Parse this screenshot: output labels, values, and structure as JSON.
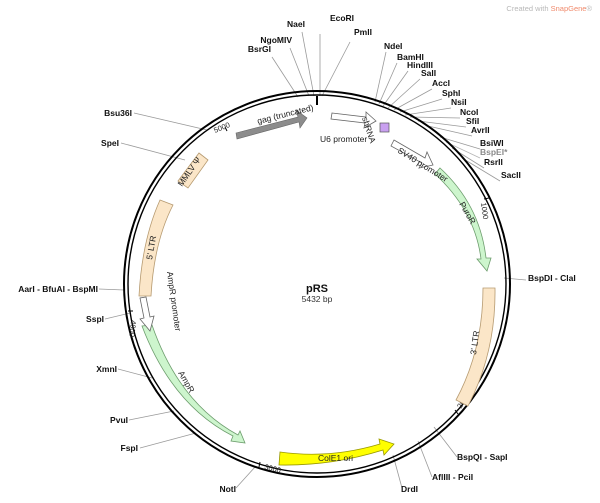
{
  "credit": {
    "prefix": "Created with ",
    "brand": "SnapGene",
    "suffix": "®"
  },
  "plasmid": {
    "name": "pRS",
    "length": "5432 bp"
  },
  "ticks": [
    "1000",
    "2000",
    "3000",
    "4000",
    "5000"
  ],
  "features": [
    {
      "name": "gag (truncated)",
      "fill": "#8c8c8c"
    },
    {
      "name": "shRNA",
      "fill": "#c9a0f0"
    },
    {
      "name": "U6 promoter",
      "fill": "#ffffff"
    },
    {
      "name": "SV40 promoter",
      "fill": "#ffffff"
    },
    {
      "name": "PuroR",
      "fill": "#cdf5cd"
    },
    {
      "name": "3' LTR",
      "fill": "#fbe6c8"
    },
    {
      "name": "ColE1 ori",
      "fill": "#ffff00"
    },
    {
      "name": "AmpR",
      "fill": "#cdf5cd"
    },
    {
      "name": "AmpR promoter",
      "fill": "#ffffff"
    },
    {
      "name": "5' LTR",
      "fill": "#fbe6c8"
    },
    {
      "name": "MMLV Ψ",
      "fill": "#fbe6c8"
    }
  ],
  "sites": [
    {
      "label": "EcoRI",
      "gray": false
    },
    {
      "label": "PmlI",
      "gray": false
    },
    {
      "label": "NaeI",
      "gray": false
    },
    {
      "label": "NgoMIV",
      "gray": false
    },
    {
      "label": "BsrGI",
      "gray": false
    },
    {
      "label": "NdeI",
      "gray": false
    },
    {
      "label": "BamHI",
      "gray": false
    },
    {
      "label": "HindIII",
      "gray": false
    },
    {
      "label": "SalI",
      "gray": false
    },
    {
      "label": "AccI",
      "gray": false
    },
    {
      "label": "SphI",
      "gray": false
    },
    {
      "label": "NsiI",
      "gray": false
    },
    {
      "label": "NcoI",
      "gray": false
    },
    {
      "label": "SfiI",
      "gray": false
    },
    {
      "label": "AvrII",
      "gray": false
    },
    {
      "label": "BsiWI",
      "gray": false
    },
    {
      "label": "BspEI*",
      "gray": true
    },
    {
      "label": "RsrII",
      "gray": false
    },
    {
      "label": "SacII",
      "gray": false
    },
    {
      "label": "BspDI - ClaI",
      "gray": false
    },
    {
      "label": "BspQI - SapI",
      "gray": false
    },
    {
      "label": "AflIII - PciI",
      "gray": false
    },
    {
      "label": "DrdI",
      "gray": false
    },
    {
      "label": "NotI",
      "gray": false
    },
    {
      "label": "FspI",
      "gray": false
    },
    {
      "label": "PvuI",
      "gray": false
    },
    {
      "label": "XmnI",
      "gray": false
    },
    {
      "label": "SspI",
      "gray": false
    },
    {
      "label": "AarI - BfuAI - BspMI",
      "gray": false
    },
    {
      "label": "SpeI",
      "gray": false
    },
    {
      "label": "Bsu36I",
      "gray": false
    }
  ]
}
